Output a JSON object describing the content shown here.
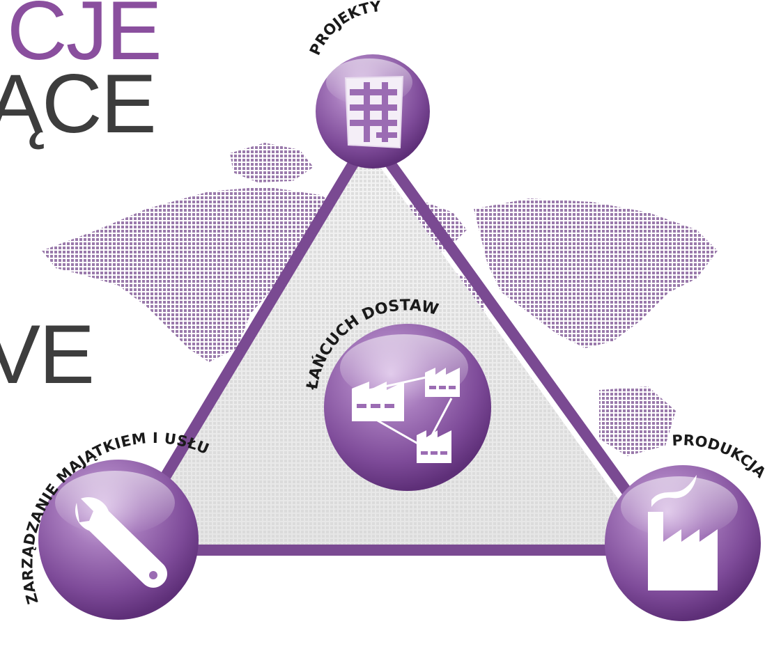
{
  "headline": {
    "line1": "CJE",
    "line2": "ĄCE",
    "line3": "VE"
  },
  "nodes": {
    "top": {
      "label": "PROJEKTY",
      "icon": "blueprint-grid-icon"
    },
    "center": {
      "label": "ŁAŃCUCH DOSTAW",
      "icon": "supply-chain-factories-icon"
    },
    "right": {
      "label": "PRODUKCJA",
      "icon": "factory-icon"
    },
    "left": {
      "label": "ZARZĄDZANIE MAJĄTKIEM I USŁUGAMI SERWISOWYMI",
      "icon": "wrench-icon"
    }
  },
  "colors": {
    "purple": "#7a4a92",
    "purple_light": "#b48bc9",
    "purple_dark": "#5b2f74",
    "headline_purple": "#8a4f9e",
    "headline_gray": "#3d3d3d",
    "map_dots": "#9a7aab"
  }
}
